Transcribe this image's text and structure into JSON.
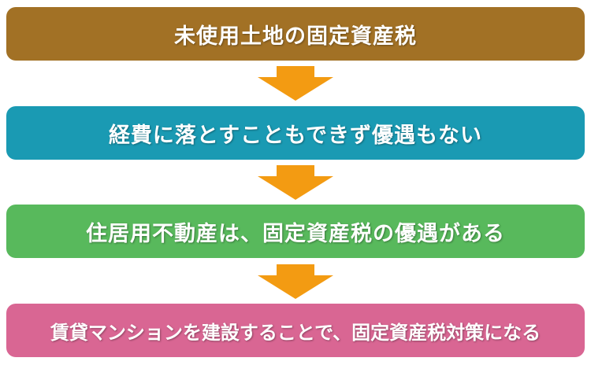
{
  "colors": {
    "step_1": "#a27125",
    "step_2": "#1a9ab3",
    "step_3": "#58b95c",
    "step_4": "#d96693",
    "arrow": "#f39b12"
  },
  "steps": [
    {
      "label": "未使用土地の固定資産税"
    },
    {
      "label": "経費に落とすこともできず優遇もない"
    },
    {
      "label": "住居用不動産は、固定資産税の優遇がある"
    },
    {
      "label": "賃貸マンションを建設することで、固定資産税対策になる"
    }
  ]
}
